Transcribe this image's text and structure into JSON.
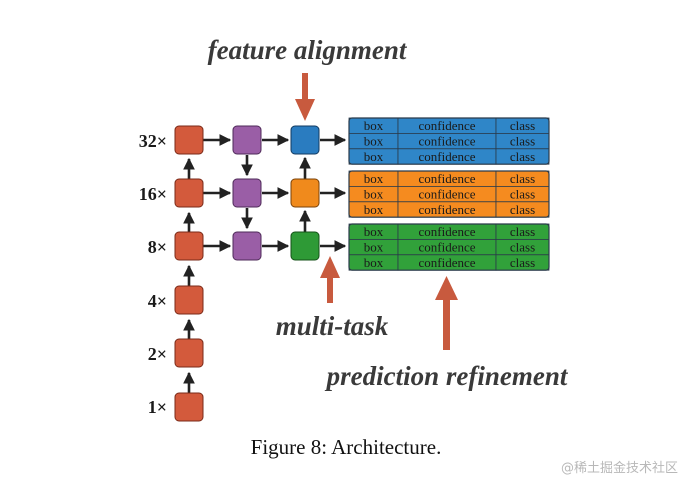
{
  "labels": {
    "feature_alignment": "feature alignment",
    "multi_task": "multi-task",
    "prediction_refinement": "prediction refinement"
  },
  "scales": [
    "32×",
    "16×",
    "8×",
    "4×",
    "2×",
    "1×"
  ],
  "head_columns": [
    "box",
    "confidence",
    "class"
  ],
  "caption": "Figure 8: Architecture.",
  "watermark": "@稀土掘金技术社区",
  "colors": {
    "backbone": "#d35a3c",
    "neck": "#9a5ea6",
    "head_32": "#2a7cc0",
    "head_16": "#f08a1c",
    "head_8": "#2e9a36",
    "band_32": "#2f86c8",
    "band_16": "#f58b1f",
    "band_8": "#31a13a",
    "pointer": "#c85a3e",
    "edge": "#222222"
  }
}
